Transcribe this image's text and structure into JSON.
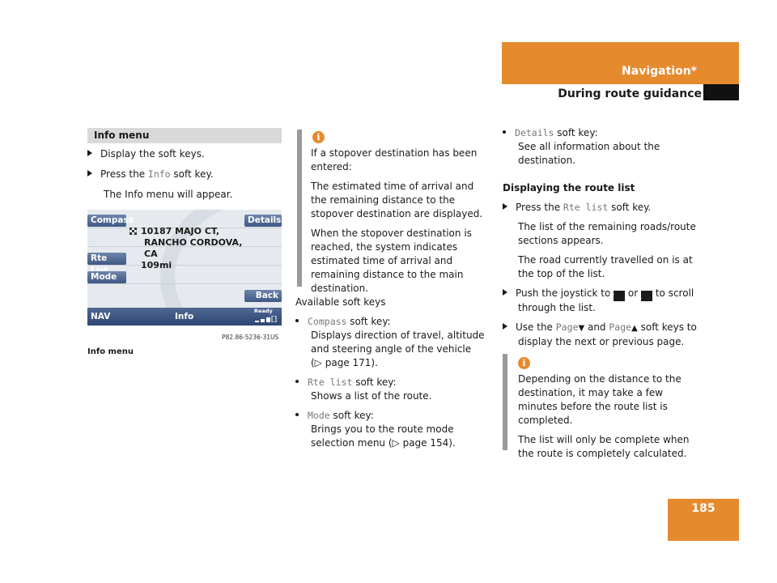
{
  "header": {
    "title": "Navigation*",
    "subtitle": "During route guidance",
    "page_number": "185"
  },
  "col1": {
    "section_title": "Info menu",
    "step1": "Display the soft keys.",
    "step2_pre": "Press the ",
    "step2_key": "Info",
    "step2_post": " soft key.",
    "step2_result": "The Info menu will appear.",
    "screen": {
      "btn_compass": "Compass",
      "btn_details": "Details",
      "btn_rte_list": "Rte List",
      "btn_mode": "Mode",
      "btn_back": "Back",
      "flag_icon": "checkered-flag-icon",
      "addr_line1": "10187  MAJO CT,",
      "addr_line2": "RANCHO CORDOVA,",
      "addr_line3": "CA",
      "distance": "109mi",
      "status_nav": "NAV",
      "status_info": "Info",
      "status_ready": "Ready"
    },
    "figure_code": "P82.86-5236-31US",
    "caption": "Info menu"
  },
  "col2": {
    "note1": "If a stopover destination has been entered:",
    "note2": "The estimated time of arrival and the remaining distance to the stopover destination are displayed.",
    "note3": "When the stopover destination is reached, the system indicates estimated time of arrival and remaining distance to the main destination.",
    "available": "Available soft keys",
    "compass_key": "Compass",
    "compass_text": " soft key:",
    "compass_desc": "Displays direction of travel, altitude and steering angle of the vehicle",
    "compass_ref": "(▷ page 171).",
    "rte_key": "Rte list",
    "rte_text": " soft key:",
    "rte_desc": "Shows a list of the route.",
    "mode_key": "Mode",
    "mode_text": " soft key:",
    "mode_desc": "Brings you to the route mode selection menu (▷ page 154)."
  },
  "col3": {
    "details_key": "Details",
    "details_text": " soft key:",
    "details_desc": "See all information about the destination.",
    "heading": "Displaying the route list",
    "step1_pre": "Press the ",
    "step1_key": "Rte list",
    "step1_post": " soft key.",
    "step1_r1": "The list of the remaining roads/route sections appears.",
    "step1_r2": "The road currently travelled on is at the top of the list.",
    "step2_pre": "Push the joystick to ",
    "step2_down": "▼",
    "step2_or": " or ",
    "step2_up": "▲",
    "step2_post": " to scroll through the list.",
    "step3_pre": "Use the ",
    "step3_key1": "Page",
    "step3_arrow1": "▼",
    "step3_and": " and ",
    "step3_key2": "Page",
    "step3_arrow2": "▲",
    "step3_post": " soft keys to display the next or previous page.",
    "note1": "Depending on the distance to the destination, it may take a few minutes before the route list is completed.",
    "note2": "The list will only be complete when the route is completely calculated."
  },
  "colors": {
    "accent": "#e68a2e",
    "bar": "#9a9a9a",
    "softkey": "#3e5785"
  }
}
